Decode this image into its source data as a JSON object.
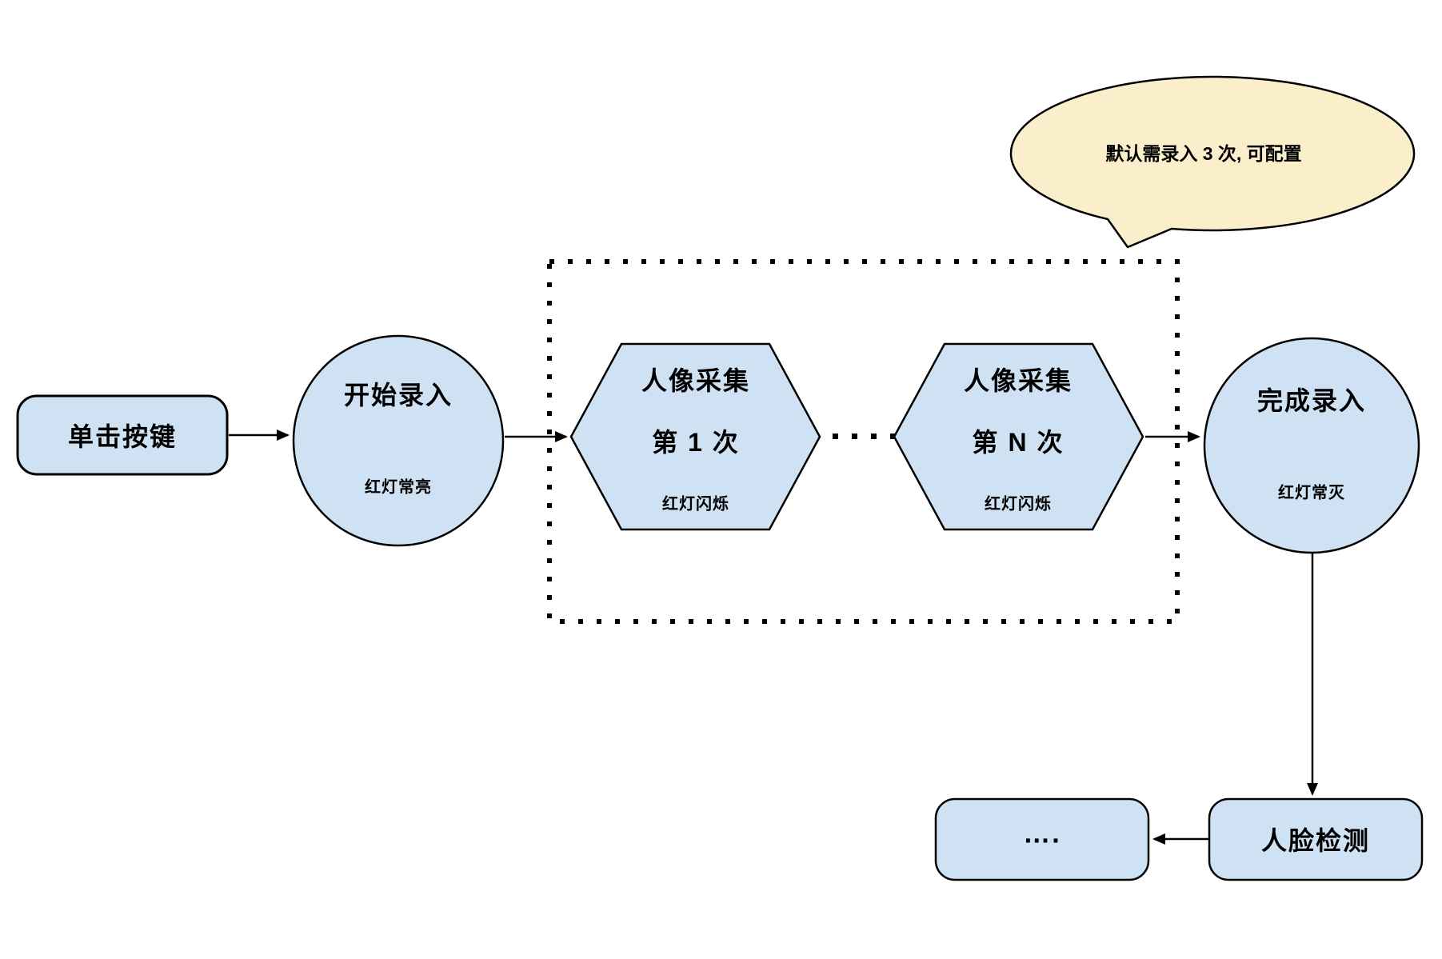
{
  "diagram": {
    "colors": {
      "canvas_bg": "#ffffff",
      "node_fill": "#cfe2f3",
      "node_border": "#000000",
      "callout_fill": "#faefca"
    },
    "nodes": {
      "click_button": {
        "label": "单击按键"
      },
      "start_enroll": {
        "title": "开始录入",
        "subtitle": "红灯常亮"
      },
      "capture_first": {
        "title": "人像采集",
        "line2": "第 1 次",
        "subtitle": "红灯闪烁"
      },
      "capture_nth": {
        "title": "人像采集",
        "line2": "第 N 次",
        "subtitle": "红灯闪烁"
      },
      "finish_enroll": {
        "title": "完成录入",
        "subtitle": "红灯常灭"
      },
      "more": {
        "label": "…."
      },
      "face_detect": {
        "label": "人脸检测"
      }
    },
    "callout": {
      "text": "默认需录入 3 次, 可配置"
    }
  }
}
